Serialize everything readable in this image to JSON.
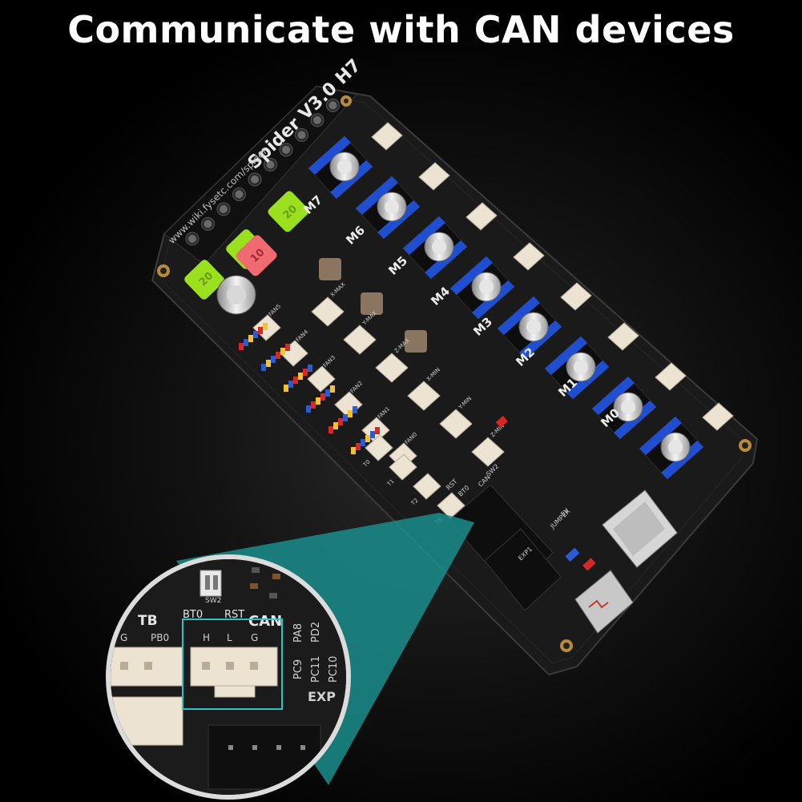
{
  "headline": "Communicate with CAN devices",
  "board": {
    "model": "Spider V3.0 H7",
    "url": "www.wiki.fysetc.com/spider",
    "fuses": [
      "20",
      "20",
      "10",
      "20"
    ],
    "motor_labels": [
      "M7",
      "M6",
      "M5",
      "M4",
      "M3",
      "M2",
      "M1",
      "M0"
    ],
    "fan_labels": [
      "FAN5",
      "FAN4",
      "FAN3",
      "FAN2",
      "FAN1",
      "FAN0"
    ],
    "endstop_labels": [
      "X-MAX",
      "Y-MAX",
      "Z-MAX",
      "X-MIN",
      "Y-MIN",
      "Z-MIN"
    ],
    "thermistor_labels": [
      "T0",
      "T1",
      "T2",
      "TB"
    ],
    "misc_labels": [
      "CAN",
      "BT0",
      "RST",
      "5V",
      "JUMPER",
      "SW2",
      "EXP1"
    ]
  },
  "zoom": {
    "header_labels": [
      "TB",
      "BT0",
      "RST",
      "CAN"
    ],
    "pin_labels_left": [
      "G",
      "PB0"
    ],
    "pin_labels_can": [
      "H",
      "L",
      "G"
    ],
    "pin_labels_side": [
      "PA8",
      "PD2",
      "PC9",
      "PC11",
      "PC10"
    ],
    "switch_label": "SW2",
    "footer_label": "EXP",
    "accent": "#2ec4c4"
  }
}
